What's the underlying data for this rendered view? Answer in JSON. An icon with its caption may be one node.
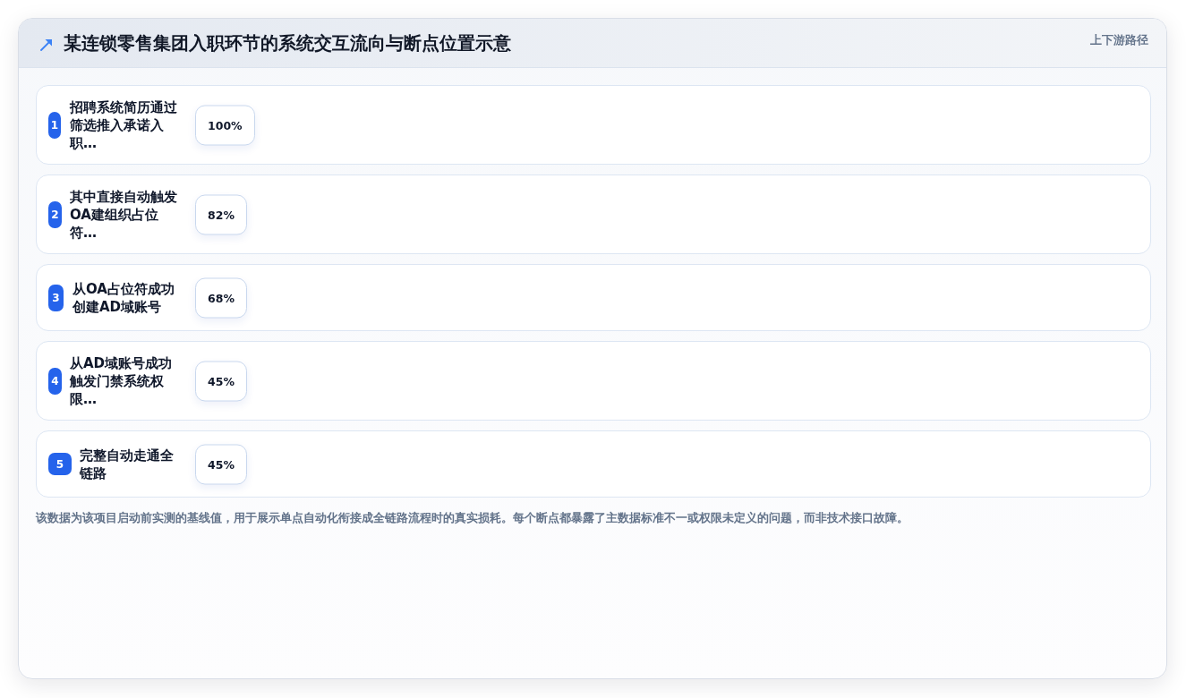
{
  "diagram": {
    "title": "某连锁零售集团入职环节的系统交互流向与断点位置示意",
    "caption": "该数据为该项目启动前实测的基线值，用于展示单点自动化衔接成全链路流程时的真实损耗。每个断点都暴露了主数据标准不一或权限未定义的问题，而非技术接口故障。",
    "nodes": [
      {
        "text": [
          "招聘系统简历通过筛选推入承诺入职…"
        ]
      },
      {
        "text": [
          "1"
        ],
        "in": 0
      },
      {
        "text": [
          "100%"
        ],
        "in": 0
      },
      {
        "text": [
          "其中直接自动触发OA建组织占位符…"
        ]
      },
      {
        "text": [
          "2"
        ],
        "in": 3
      },
      {
        "text": [
          "82%"
        ],
        "in": 3
      },
      {
        "text": [
          "从OA占位符成功创建AD域账号"
        ]
      },
      {
        "text": [
          "3"
        ],
        "in": 6
      },
      {
        "text": [
          "68%"
        ],
        "in": 6
      },
      {
        "text": [
          "从AD域账号成功触发门禁系统权限…"
        ]
      },
      {
        "text": [
          "4"
        ],
        "in": 9
      },
      {
        "text": [
          "45%"
        ],
        "in": 9
      },
      {
        "text": [
          "完整自动走通全链路"
        ]
      },
      {
        "text": [
          "5"
        ],
        "in": 12
      },
      {
        "text": [
          "45%"
        ],
        "in": 12
      }
    ],
    "labels": [
      "上下游路径"
    ]
  }
}
